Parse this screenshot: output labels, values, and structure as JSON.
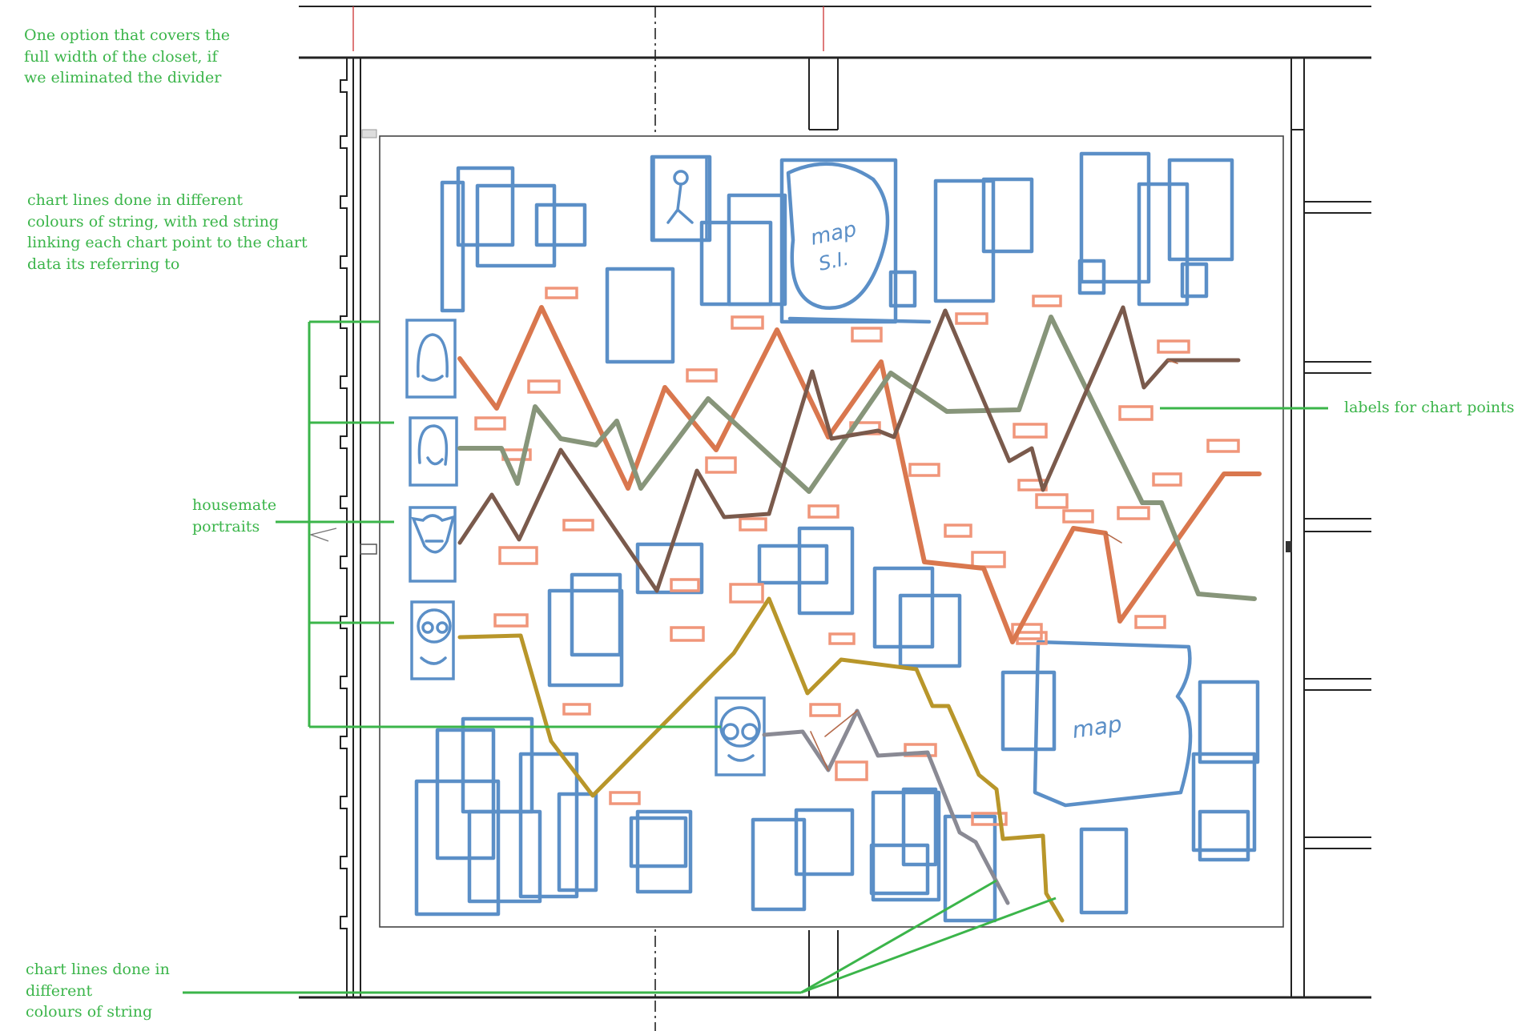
{
  "annotations": {
    "closet_width": "One option that covers the\nfull width of the closet, if\nwe eliminated the divider",
    "chart_lines_red": "chart lines done in different\ncolours of string, with red string\nlinking each chart point to the chart\ndata its referring to",
    "housemate_portraits": "housemate\nportraits",
    "labels_for_points": "labels for chart points",
    "chart_lines_colours": "chart lines done in\ndifferent\ncolours of string"
  },
  "sketch_text": {
    "map_top": "map",
    "map_top_sub": "S.I.",
    "map_bottom": "map"
  },
  "colors": {
    "annotation_green": "#3bb54a",
    "frame_blue": "#5b8fc7",
    "label_salmon": "#f0967a",
    "string_orange": "#d9774e",
    "string_sage": "#87957a",
    "string_brown": "#7a5a4c",
    "string_mustard": "#b8962a",
    "string_gray": "#8a8a94",
    "architecture": "#222222"
  }
}
